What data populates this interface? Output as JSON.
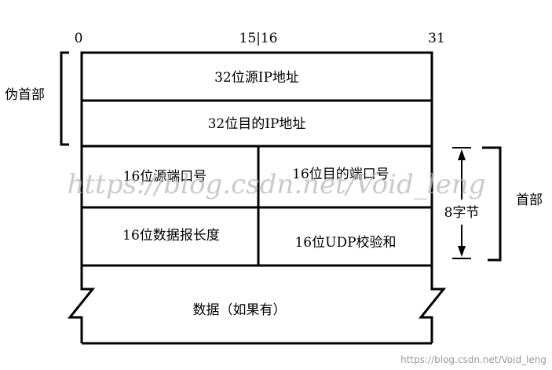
{
  "bit_labels": {
    "start": "0",
    "middle": "15|16",
    "end": "31"
  },
  "pseudo_header": {
    "label": "伪首部",
    "rows": [
      "32位源IP地址",
      "32位目的IP地址"
    ]
  },
  "header": {
    "label": "首部",
    "size_label": "8字节",
    "fields": {
      "src_port": "16位源端口号",
      "dst_port": "16位目的端口号",
      "length": "16位数据报长度",
      "checksum": "16位UDP校验和"
    }
  },
  "data_field": "数据（如果有）",
  "watermark": {
    "center": "https://blog.csdn.net/Void_leng",
    "corner": "https://blog.csdn.net/Void_leng"
  },
  "colors": {
    "line": "#000000",
    "background": "#ffffff",
    "watermark": "#b8b8b8"
  }
}
